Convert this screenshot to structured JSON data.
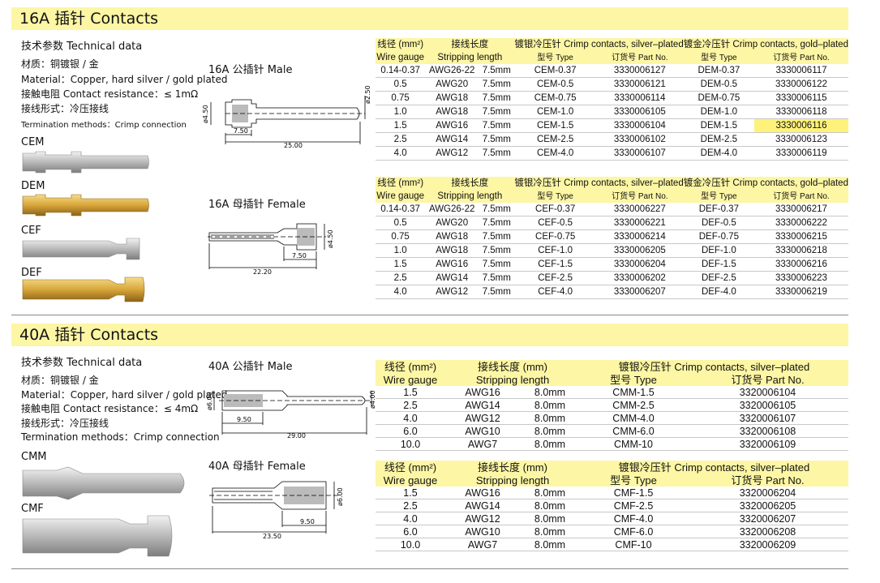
{
  "sections": {
    "s16": {
      "title": "16A 插针  Contacts",
      "spec_title": "技术参数 Technical data",
      "spec_material_cn": "材质：铜镀银 / 金",
      "spec_material_en": "Material：Copper, hard silver / gold plated",
      "spec_resistance": "接触电阻 Contact resistance：≤ 1mΩ",
      "spec_termination_cn": "接线形式：冷压接线",
      "spec_termination_en": "Termination methods：Crimp connection",
      "codes": [
        "CEM",
        "DEM",
        "CEF",
        "DEF"
      ],
      "male_title": "16A 公插针  Male",
      "female_title": "16A 母插针  Female",
      "male_dims": {
        "d1": "ø4.50",
        "d2": "ø2.50",
        "l1": "7.50",
        "l2": "25.00"
      },
      "female_dims": {
        "d1": "ø4.50",
        "l1": "7.50",
        "l2": "22.20"
      }
    },
    "s40": {
      "title": "40A 插针  Contacts",
      "spec_title": "技术参数 Technical data",
      "spec_material_cn": "材质：铜镀银 / 金",
      "spec_material_en": "Material：Copper, hard silver / gold plated",
      "spec_resistance": "接触电阻 Contact resistance：≤ 4mΩ",
      "spec_termination_cn": "接线形式：冷压接线",
      "spec_termination_en": "Termination methods：Crimp connection",
      "codes": [
        "CMM",
        "CMF"
      ],
      "male_title": "40A 公插针  Male",
      "female_title": "40A 母插针  Female",
      "male_dims": {
        "d1": "ø6.00",
        "d2": "ø4.00",
        "l1": "9.50",
        "l2": "29.00"
      },
      "female_dims": {
        "d1": "ø6.00",
        "l1": "9.50",
        "l2": "23.50"
      }
    }
  },
  "headers16": {
    "wire_cn": "线径 (mm²)",
    "wire_en": "Wire gauge",
    "strip_cn": "接线长度",
    "strip_en": "Stripping length",
    "silver": "镀银冷压针 Crimp contacts, silver–plated",
    "gold": "镀金冷压针 Crimp contacts, gold–plated",
    "type": "型号 Type",
    "part": "订货号 Part No."
  },
  "headers40": {
    "wire_cn": "线径 (mm²)",
    "wire_en": "Wire gauge",
    "strip_cn": "接线长度 (mm)",
    "strip_en": "Stripping length",
    "silver": "镀银冷压针 Crimp contacts, silver–plated",
    "type": "型号 Type",
    "part": "订货号 Part No."
  },
  "t16m": [
    [
      "0.14-0.37",
      "AWG26-22",
      "7.5mm",
      "CEM-0.37",
      "3330006127",
      "DEM-0.37",
      "3330006117"
    ],
    [
      "0.5",
      "AWG20",
      "7.5mm",
      "CEM-0.5",
      "3330006121",
      "DEM-0.5",
      "3330006122"
    ],
    [
      "0.75",
      "AWG18",
      "7.5mm",
      "CEM-0.75",
      "3330006114",
      "DEM-0.75",
      "3330006115"
    ],
    [
      "1.0",
      "AWG18",
      "7.5mm",
      "CEM-1.0",
      "3330006105",
      "DEM-1.0",
      "3330006118"
    ],
    [
      "1.5",
      "AWG16",
      "7.5mm",
      "CEM-1.5",
      "3330006104",
      "DEM-1.5",
      "3330006116"
    ],
    [
      "2.5",
      "AWG14",
      "7.5mm",
      "CEM-2.5",
      "3330006102",
      "DEM-2.5",
      "3330006123"
    ],
    [
      "4.0",
      "AWG12",
      "7.5mm",
      "CEM-4.0",
      "3330006107",
      "DEM-4.0",
      "3330006119"
    ]
  ],
  "t16f": [
    [
      "0.14-0.37",
      "AWG26-22",
      "7.5mm",
      "CEF-0.37",
      "3330006227",
      "DEF-0.37",
      "3330006217"
    ],
    [
      "0.5",
      "AWG20",
      "7.5mm",
      "CEF-0.5",
      "3330006221",
      "DEF-0.5",
      "3330006222"
    ],
    [
      "0.75",
      "AWG18",
      "7.5mm",
      "CEF-0.75",
      "3330006214",
      "DEF-0.75",
      "3330006215"
    ],
    [
      "1.0",
      "AWG18",
      "7.5mm",
      "CEF-1.0",
      "3330006205",
      "DEF-1.0",
      "3330006218"
    ],
    [
      "1.5",
      "AWG16",
      "7.5mm",
      "CEF-1.5",
      "3330006204",
      "DEF-1.5",
      "3330006216"
    ],
    [
      "2.5",
      "AWG14",
      "7.5mm",
      "CEF-2.5",
      "3330006202",
      "DEF-2.5",
      "3330006223"
    ],
    [
      "4.0",
      "AWG12",
      "7.5mm",
      "CEF-4.0",
      "3330006207",
      "DEF-4.0",
      "3330006219"
    ]
  ],
  "t40m": [
    [
      "1.5",
      "AWG16",
      "8.0mm",
      "CMM-1.5",
      "3320006104"
    ],
    [
      "2.5",
      "AWG14",
      "8.0mm",
      "CMM-2.5",
      "3320006105"
    ],
    [
      "4.0",
      "AWG12",
      "8.0mm",
      "CMM-4.0",
      "3320006107"
    ],
    [
      "6.0",
      "AWG10",
      "8.0mm",
      "CMM-6.0",
      "3320006108"
    ],
    [
      "10.0",
      "AWG7",
      "8.0mm",
      "CMM-10",
      "3320006109"
    ]
  ],
  "t40f": [
    [
      "1.5",
      "AWG16",
      "8.0mm",
      "CMF-1.5",
      "3320006204"
    ],
    [
      "2.5",
      "AWG14",
      "8.0mm",
      "CMF-2.5",
      "3320006205"
    ],
    [
      "4.0",
      "AWG12",
      "8.0mm",
      "CMF-4.0",
      "3320006207"
    ],
    [
      "6.0",
      "AWG10",
      "8.0mm",
      "CMF-6.0",
      "3320006208"
    ],
    [
      "10.0",
      "AWG7",
      "8.0mm",
      "CMF-10",
      "3320006209"
    ]
  ],
  "colors": {
    "banner": "#fdf6a4",
    "highlight": "#fff27a",
    "silver": "#c9c9c9",
    "gold": "#d8a63b"
  }
}
